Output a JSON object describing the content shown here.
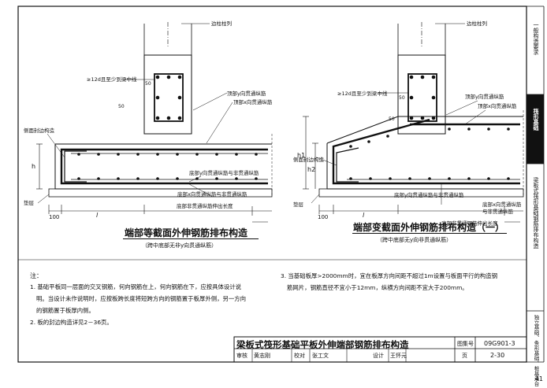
{
  "left_drawing": {
    "labels": {
      "column": "边柱柱列",
      "anchor_top": "≥12d且至少到梁中线",
      "dim_50_a": "50",
      "dim_50_b": "50",
      "top_y": "顶部y向贯通纵筋",
      "top_x": "顶部x向贯通纵筋",
      "sealing_edge": "侧面封边构造",
      "h": "h",
      "bottom_y": "底部y向贯通纵筋与非贯通纵筋",
      "bottom_x_main": "底部x向贯通纵筋与非贯通纵筋",
      "bottom_x_ext": "底部非贯通纵筋伸出长度",
      "cushion": "垫层",
      "dim_100": "100",
      "dim_l": "l"
    },
    "caption": "端部等截面外伸钢筋排布构造",
    "subcaption": "（跨中底部无非y向贯通纵筋）"
  },
  "right_drawing": {
    "labels": {
      "column": "边柱柱列",
      "anchor_top": "≥12d且至少到梁中线",
      "dim_50_a": "50",
      "dim_50_b": "50",
      "top_y": "顶部y向贯通纵筋",
      "top_x": "顶部x向贯通纵筋",
      "sealing_edge": "侧面封边构造",
      "h1": "h1",
      "h2": "h2",
      "bottom_y": "底部y向贯通纵筋与非贯通纵筋",
      "bottom_x_main": "底部x向贯通纵筋",
      "bottom_x_non": "与非贯通纵筋",
      "bottom_x_ext": "底部非贯通钢筋伸出长度",
      "cushion": "垫层",
      "dim_100": "100",
      "dim_l": "l"
    },
    "caption": "端部变截面外伸钢筋排布构造（一）",
    "subcaption": "（跨中底部无y向非贯通纵筋）"
  },
  "notes": {
    "heading": "注：",
    "n1_a": "1. 基础平板同一层面的交叉钢筋，何向钢筋在上，何向钢筋在下，应按具体设计说",
    "n1_b": "明。当设计未作说明时，应按板跨长度将短跨方向的钢筋置于板厚外侧，另一方向",
    "n1_c": "的钢筋置于板厚内侧。",
    "n2": "2. 板的封边构造详见2－36页。",
    "n3_a": "3. 当基础板厚>2000mm时，宜在板厚方向间距不超过1m设置与板面平行的构造钢",
    "n3_b": "筋网片，钢筋直径不宜小于12mm，纵横方向间距不宜大于200mm。"
  },
  "title_block": {
    "title": "梁板式筏形基础平板外伸端部钢筋排布构造",
    "atlas_label": "图集号",
    "atlas_no": "09G901-3",
    "review_label": "审核",
    "review_name": "黄志刚",
    "check_label": "校对",
    "check_name": "张工文",
    "design_label": "设计",
    "design_name": "王怀元",
    "page_label": "页",
    "page_no": "2-30"
  },
  "side_tabs": {
    "t1": "一般构造要求",
    "t2": "筏形基础",
    "t3": "梁板式筏形基础钢筋排布构造",
    "t4": "独立基础、条形基础、桩基承台"
  },
  "page_number": "41"
}
